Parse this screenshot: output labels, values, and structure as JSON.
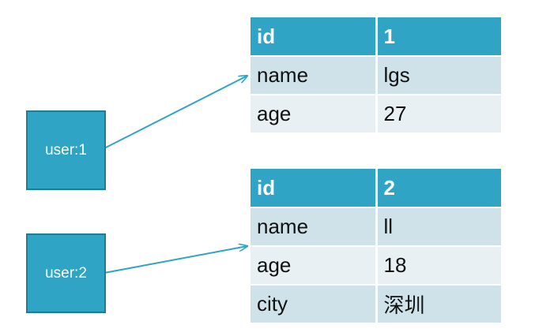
{
  "keys": [
    {
      "label": "user:1"
    },
    {
      "label": "user:2"
    }
  ],
  "tables": [
    {
      "rows": [
        {
          "field": "id",
          "value": "1"
        },
        {
          "field": "name",
          "value": "lgs"
        },
        {
          "field": "age",
          "value": "27"
        }
      ]
    },
    {
      "rows": [
        {
          "field": "id",
          "value": "2"
        },
        {
          "field": "name",
          "value": "ll"
        },
        {
          "field": "age",
          "value": "18"
        },
        {
          "field": "city",
          "value": "深圳"
        }
      ]
    }
  ],
  "colors": {
    "accent": "#2fa4c4",
    "accent_border": "#1f7c95",
    "row_odd": "#cfe2ea",
    "row_even": "#e8f0f4"
  }
}
